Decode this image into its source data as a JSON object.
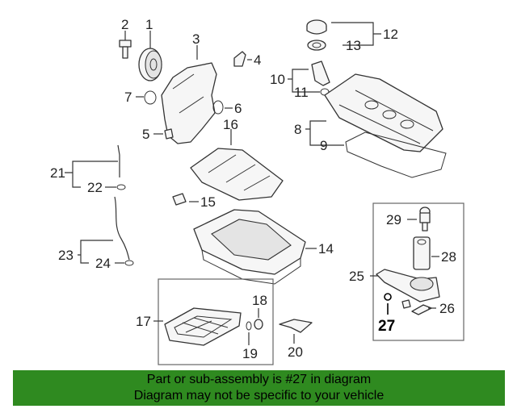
{
  "callouts": {
    "c1": "1",
    "c2": "2",
    "c3": "3",
    "c4": "4",
    "c5": "5",
    "c6": "6",
    "c7": "7",
    "c8": "8",
    "c9": "9",
    "c10": "10",
    "c11": "11",
    "c12": "12",
    "c13": "13",
    "c14": "14",
    "c15": "15",
    "c16": "16",
    "c17": "17",
    "c18": "18",
    "c19": "19",
    "c20": "20",
    "c21": "21",
    "c22": "22",
    "c23": "23",
    "c24": "24",
    "c25": "25",
    "c26": "26",
    "c27": "27",
    "c28": "28",
    "c29": "29"
  },
  "highlight_part": "27",
  "footer": {
    "line1": "Part or sub-assembly is #27 in diagram",
    "line2": "Diagram may not be specific to your vehicle",
    "background": "#2f8a20"
  }
}
